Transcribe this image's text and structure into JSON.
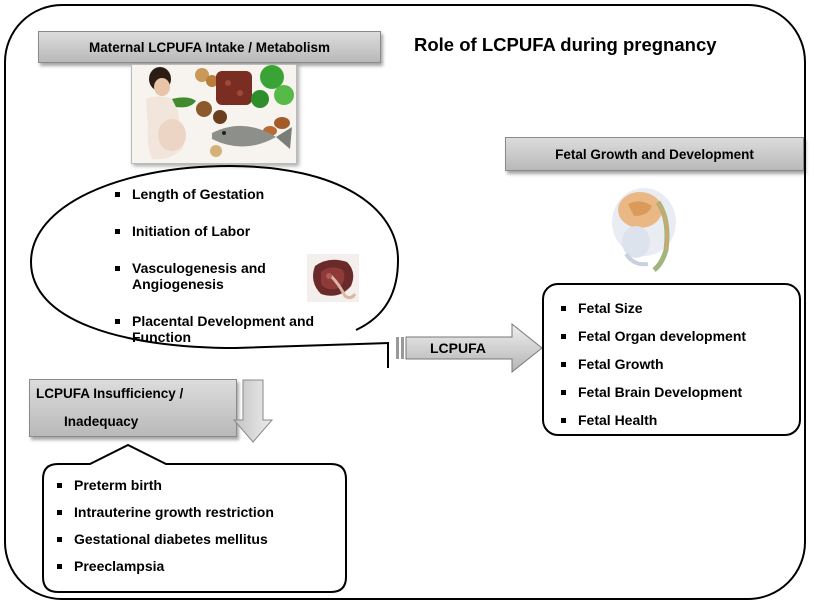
{
  "title": "Role of LCPUFA during pregnancy",
  "maternal_header": "Maternal LCPUFA Intake / Metabolism",
  "fetal_header": "Fetal Growth and Development",
  "placental_effects": [
    "Length of Gestation",
    "Initiation of Labor",
    "Vasculogenesis and Angiogenesis",
    "Placental Development and Function"
  ],
  "arrow_label": "LCPUFA",
  "insufficiency_label": {
    "line1": "LCPUFA Insufficiency /",
    "line2": "Inadequacy"
  },
  "fetal_outcomes": [
    "Fetal Size",
    "Fetal Organ development",
    "Fetal Growth",
    "Fetal Brain Development",
    "Fetal Health"
  ],
  "complications": [
    "Preterm birth",
    "Intrauterine growth restriction",
    "Gestational diabetes mellitus",
    "Preeclampsia"
  ],
  "images": {
    "maternal": "pregnant-woman-with-healthy-foods-photo",
    "fetus": "fetus-illustration",
    "placenta": "placenta-photo"
  }
}
